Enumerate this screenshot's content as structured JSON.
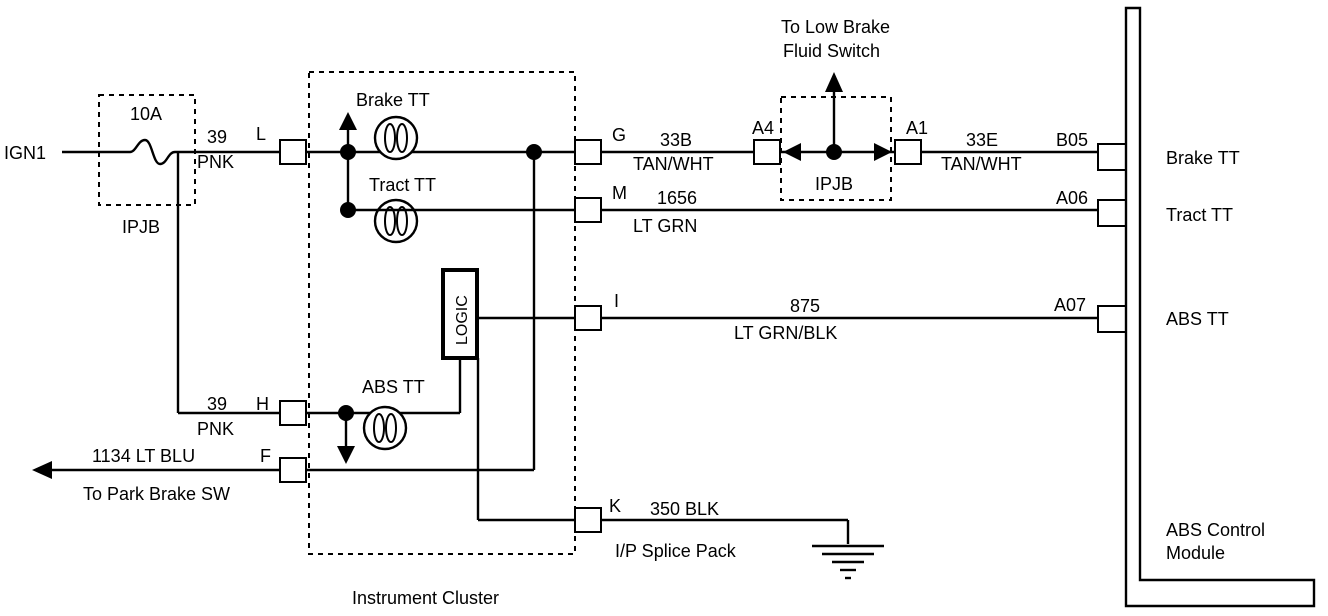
{
  "labels": {
    "ign1": "IGN1",
    "fuse_rating": "10A",
    "ipjb_fuse": "IPJB",
    "w39_top_num": "39",
    "w39_top_color": "PNK",
    "pin_L": "L",
    "brake_tt": "Brake TT",
    "tract_tt": "Tract TT",
    "logic": "LOGIC",
    "abs_tt": "ABS TT",
    "w39_bot_num": "39",
    "w39_bot_color": "PNK",
    "pin_H": "H",
    "w1134": "1134 LT BLU",
    "pin_F": "F",
    "to_park_brake": "To Park Brake SW",
    "instrument_cluster": "Instrument Cluster",
    "pin_G": "G",
    "w33b": "33B",
    "w33b_color": "TAN/WHT",
    "pin_A4": "A4",
    "low_brake_line1": "To Low Brake",
    "low_brake_line2": "Fluid Switch",
    "ipjb_splice": "IPJB",
    "pin_A1": "A1",
    "w33e": "33E",
    "w33e_color": "TAN/WHT",
    "pin_B05": "B05",
    "pin_M": "M",
    "w1656": "1656",
    "w1656_color": "LT GRN",
    "pin_A06": "A06",
    "pin_I": "I",
    "w875": "875",
    "w875_color": "LT GRN/BLK",
    "pin_A07": "A07",
    "pin_K": "K",
    "w350": "350 BLK",
    "ip_splice_pack": "I/P Splice Pack",
    "mod_brake_tt": "Brake TT",
    "mod_tract_tt": "Tract TT",
    "mod_abs_tt": "ABS TT",
    "module_line1": "ABS Control",
    "module_line2": "Module"
  }
}
